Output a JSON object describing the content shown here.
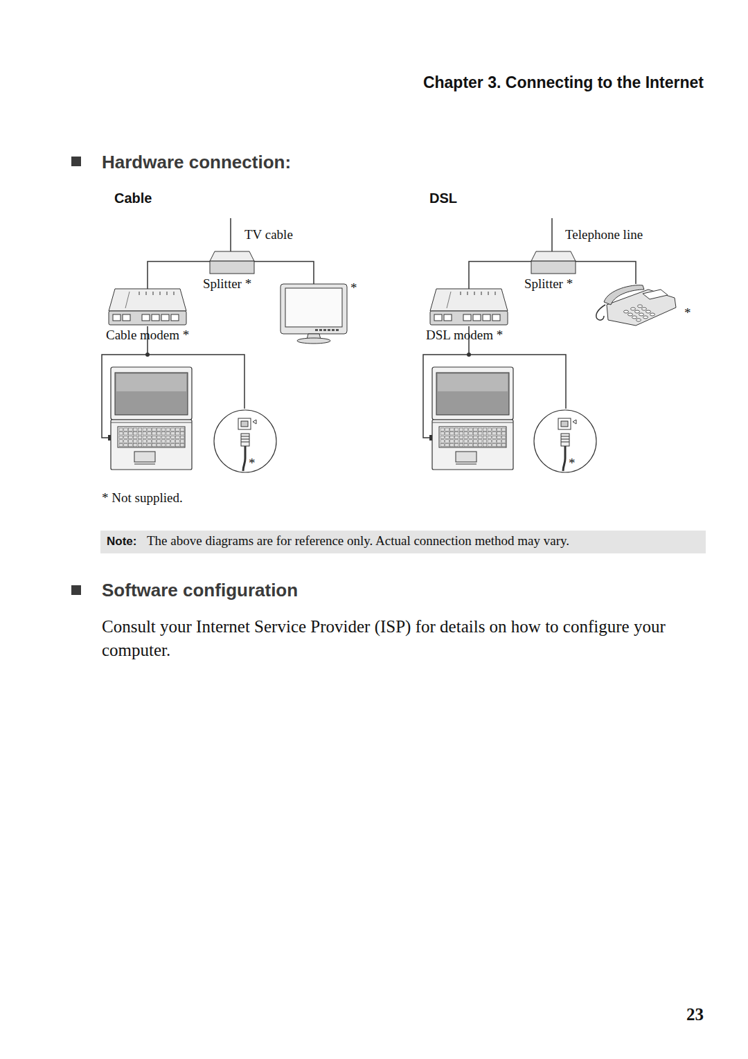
{
  "diagram": {
    "nodes": [
      {
        "text": [
          "Splitter *"
        ]
      },
      {
        "text": [
          "Cable modem *"
        ]
      },
      {
        "text": [
          "*"
        ]
      },
      {
        "text": [
          "*"
        ]
      },
      {
        "text": [
          "Splitter *"
        ]
      },
      {
        "text": [
          "DSL modem *"
        ]
      },
      {
        "text": [
          "*"
        ]
      },
      {
        "text": [
          "*"
        ]
      }
    ],
    "edges": [
      {
        "from": 0,
        "to": 1,
        "arrow": "none"
      },
      {
        "from": 0,
        "to": 2,
        "arrow": "none"
      },
      {
        "from": 4,
        "to": 5,
        "arrow": "none"
      },
      {
        "from": 4,
        "to": 6,
        "arrow": "none"
      }
    ],
    "labels": [
      "Chapter 3. Connecting to the Internet",
      "Hardware connection:",
      "Cable",
      "DSL",
      "TV cable",
      "Telephone line",
      "* Not supplied.",
      "Note:",
      "The above diagrams are for reference only. Actual connection method may vary.",
      "Software configuration",
      "Consult your Internet Service Provider (ISP) for details on how to configure your computer.",
      "23"
    ]
  }
}
